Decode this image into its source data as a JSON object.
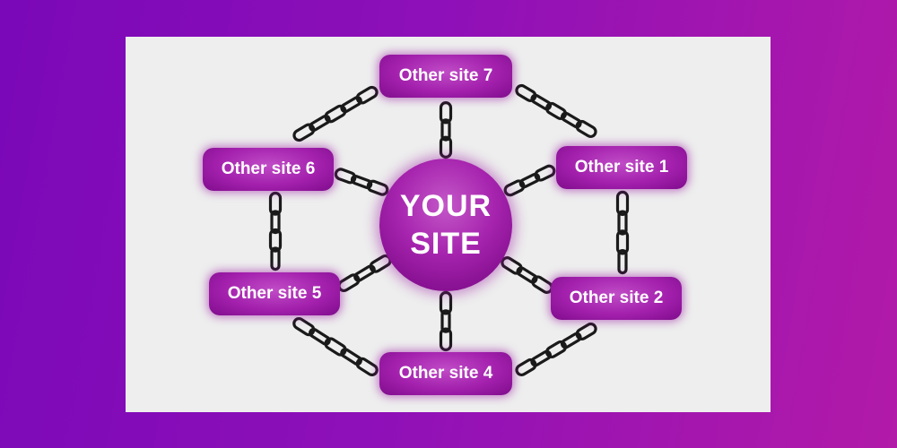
{
  "center": {
    "line1": "YOUR",
    "line2": "SITE"
  },
  "sites": {
    "s1": "Other site 1",
    "s2": "Other site 2",
    "s4": "Other site 4",
    "s5": "Other site 5",
    "s6": "Other site 6",
    "s7": "Other site 7"
  },
  "colors": {
    "node": "#a320ad",
    "chain": "#1a1a1a",
    "panel": "#eeeeee"
  }
}
